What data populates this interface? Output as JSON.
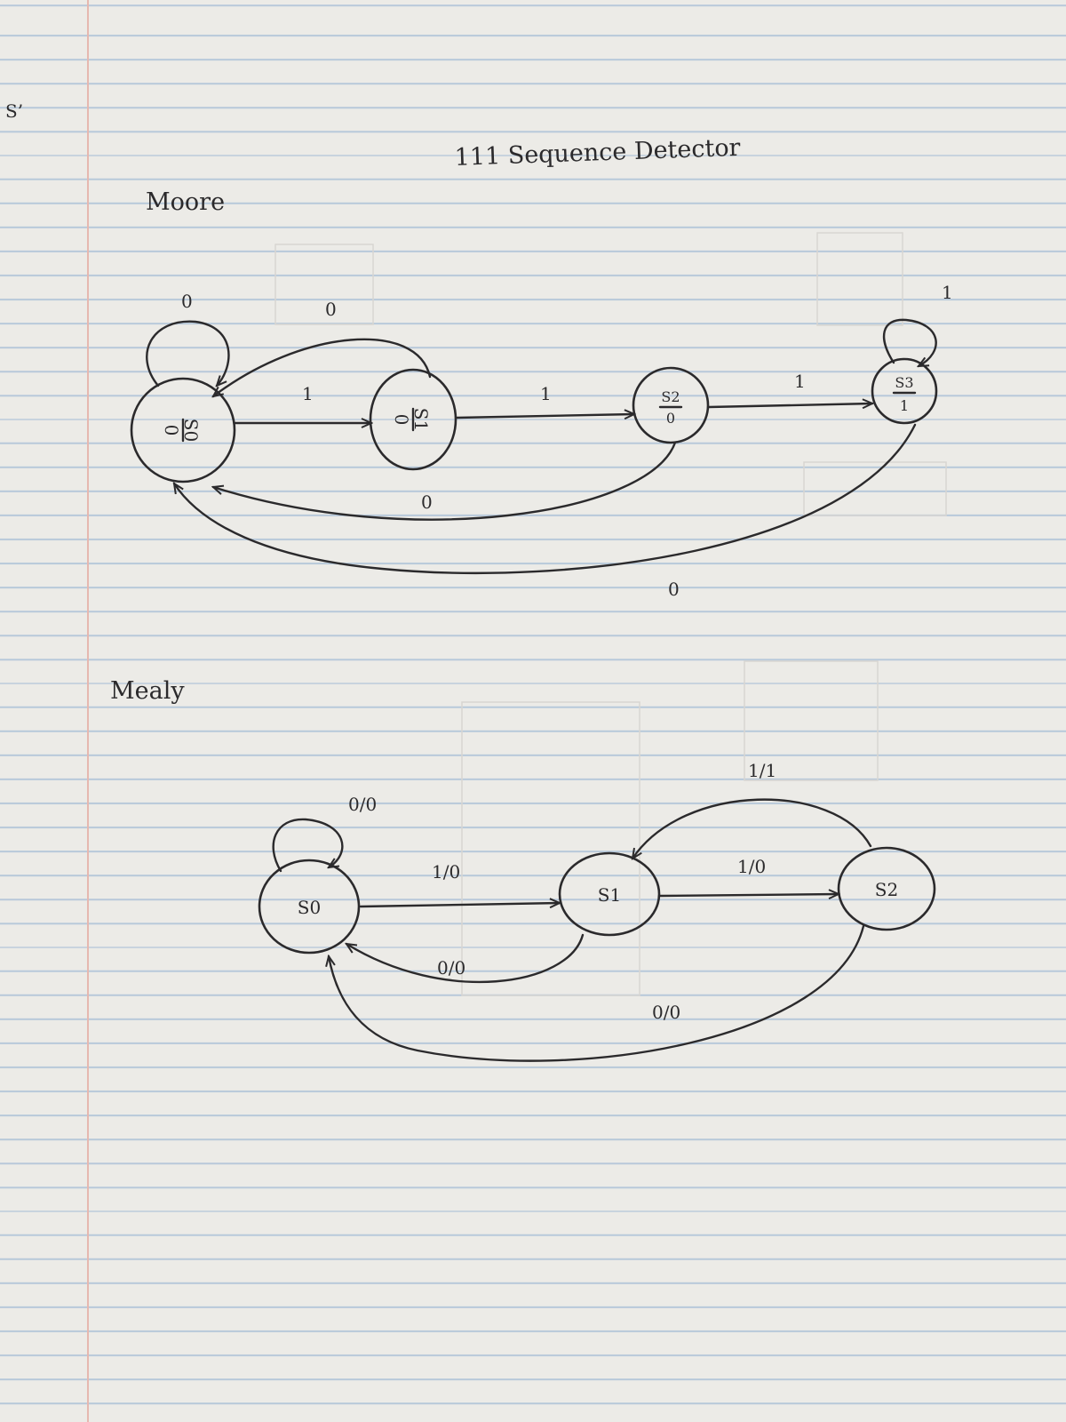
{
  "corner_mark": "S’",
  "page_title": "111 Sequence Detector",
  "moore": {
    "title": "Moore",
    "states": [
      {
        "name": "S0",
        "output": "0"
      },
      {
        "name": "S1",
        "output": "0"
      },
      {
        "name": "S2",
        "output": "0"
      },
      {
        "name": "S3",
        "output": "1"
      }
    ],
    "transitions": [
      {
        "from": "S0",
        "to": "S0",
        "label": "0"
      },
      {
        "from": "S0",
        "to": "S1",
        "label": "1"
      },
      {
        "from": "S1",
        "to": "S0",
        "label": "0"
      },
      {
        "from": "S1",
        "to": "S2",
        "label": "1"
      },
      {
        "from": "S2",
        "to": "S0",
        "label": "0"
      },
      {
        "from": "S2",
        "to": "S3",
        "label": "1"
      },
      {
        "from": "S3",
        "to": "S3",
        "label": "1"
      },
      {
        "from": "S3",
        "to": "S0",
        "label": "0"
      }
    ]
  },
  "mealy": {
    "title": "Mealy",
    "states": [
      {
        "name": "S0"
      },
      {
        "name": "S1"
      },
      {
        "name": "S2"
      }
    ],
    "transitions": [
      {
        "from": "S0",
        "to": "S0",
        "label": "0/0"
      },
      {
        "from": "S0",
        "to": "S1",
        "label": "1/0"
      },
      {
        "from": "S1",
        "to": "S0",
        "label": "0/0"
      },
      {
        "from": "S1",
        "to": "S2",
        "label": "1/0"
      },
      {
        "from": "S2",
        "to": "S1",
        "label": "1/1"
      },
      {
        "from": "S2",
        "to": "S0",
        "label": "0/0"
      }
    ]
  }
}
